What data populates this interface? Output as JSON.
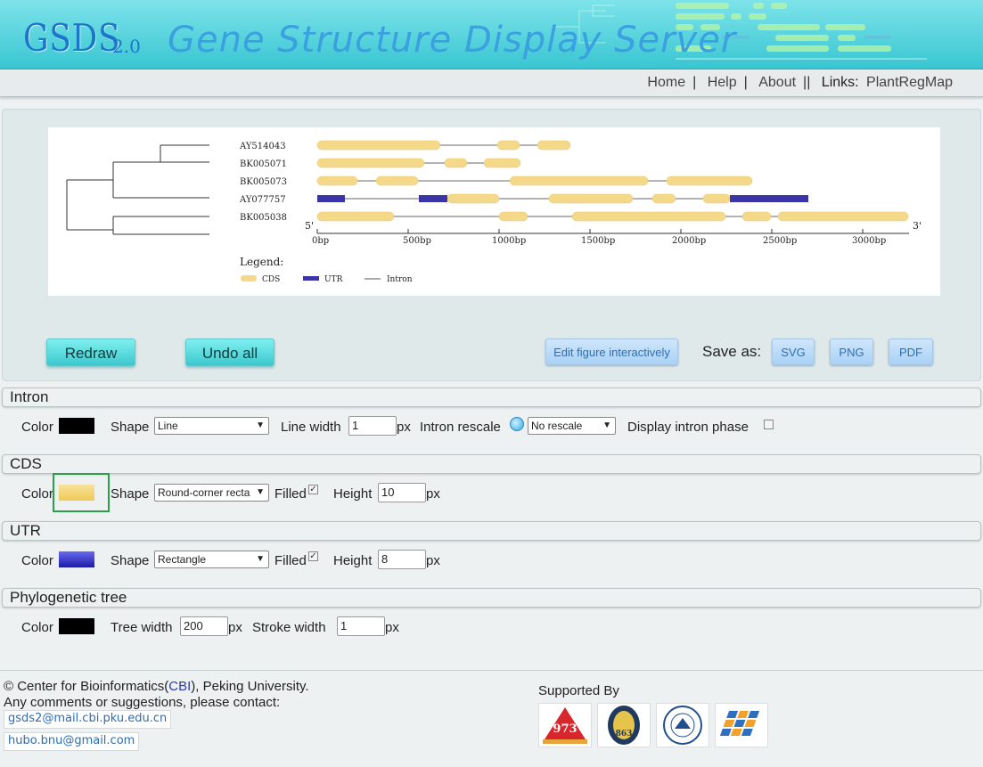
{
  "header": {
    "logo": "GSDS",
    "logo_version": "2.0",
    "title": "Gene Structure Display Server"
  },
  "nav": {
    "home": "Home",
    "help": "Help",
    "about": "About",
    "links_label": "Links:",
    "plantregmap": "PlantRegMap"
  },
  "figure": {
    "genes": [
      "AY514043",
      "BK005071",
      "BK005073",
      "AY077757",
      "BK005038"
    ],
    "five_prime": "5'",
    "three_prime": "3'",
    "ticks": [
      "0bp",
      "500bp",
      "1000bp",
      "1500bp",
      "2000bp",
      "2500bp",
      "3000bp"
    ],
    "legend_title": "Legend:",
    "legend_cds": "CDS",
    "legend_utr": "UTR",
    "legend_intron": "Intron",
    "cds_color": "#f5d98a",
    "utr_color": "#3b35a8",
    "intron_color": "#555555"
  },
  "actions": {
    "redraw": "Redraw",
    "undo_all": "Undo all",
    "edit_interactive": "Edit figure interactively",
    "save_as": "Save as:",
    "svg": "SVG",
    "png": "PNG",
    "pdf": "PDF"
  },
  "intron": {
    "section": "Intron",
    "color_label": "Color",
    "color": "#000000",
    "shape_label": "Shape",
    "shape_value": "Line",
    "line_width_label": "Line width",
    "line_width": "1",
    "unit": "px",
    "rescale_label": "Intron rescale",
    "rescale_value": "No rescale",
    "phase_label": "Display intron phase"
  },
  "cds": {
    "section": "CDS",
    "color_label": "Color",
    "color": "#f5d98a",
    "shape_label": "Shape",
    "shape_value": "Round-corner recta",
    "filled_label": "Filled",
    "height_label": "Height",
    "height": "10",
    "unit": "px"
  },
  "utr": {
    "section": "UTR",
    "color_label": "Color",
    "color": "#2c2cc4",
    "shape_label": "Shape",
    "shape_value": "Rectangle",
    "filled_label": "Filled",
    "height_label": "Height",
    "height": "8",
    "unit": "px"
  },
  "tree": {
    "section": "Phylogenetic tree",
    "color_label": "Color",
    "color": "#000000",
    "width_label": "Tree width",
    "width": "200",
    "unit": "px",
    "stroke_label": "Stroke width",
    "stroke": "1"
  },
  "footer": {
    "copyright_prefix": "© Center for Bioinformatics(",
    "cbi": "CBI",
    "copyright_suffix": "), Peking University.",
    "contact": "Any comments or suggestions, please contact:",
    "email1": "gsds2@mail.cbi.pku.edu.cn",
    "email2": "hubo.bnu@gmail.com",
    "supported_by": "Supported By",
    "sponsor_973": "973",
    "sponsor_863": "863"
  }
}
